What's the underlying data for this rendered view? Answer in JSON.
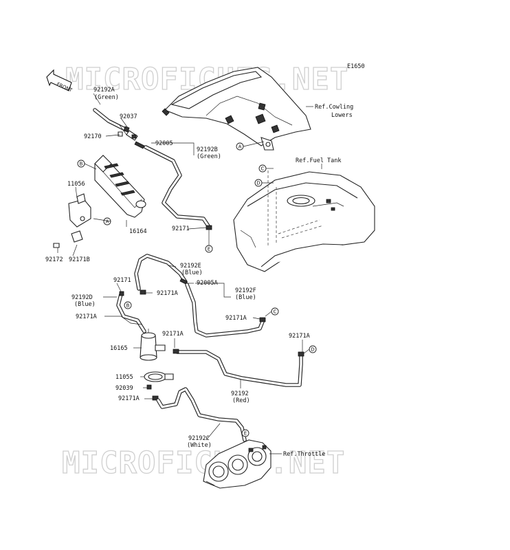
{
  "diagram_code": "E1650",
  "watermark": "MICROFICHES.NET",
  "front_label": "FRONT",
  "reference_letters": [
    "A",
    "B",
    "C",
    "D",
    "E"
  ],
  "labels": {
    "l_92192A": "92192A",
    "l_92192A_color": "(Green)",
    "l_92037": "92037",
    "l_92170": "92170",
    "l_92005": "92005",
    "l_92192B": "92192B",
    "l_92192B_color": "(Green)",
    "l_11056": "11056",
    "l_16164": "16164",
    "l_92171_a": "92171",
    "l_92172": "92172",
    "l_92171B": "92171B",
    "l_92192E": "92192E",
    "l_92192E_color": "(Blue)",
    "l_92005A": "92005A",
    "l_92192F": "92192F",
    "l_92192F_color": "(Blue)",
    "l_92171_b": "92171",
    "l_92171A_1": "92171A",
    "l_92192D": "92192D",
    "l_92192D_color": "(Blue)",
    "l_92171A_2": "92171A",
    "l_92171A_3": "92171A",
    "l_92171A_4": "92171A",
    "l_92171A_5": "92171A",
    "l_16165": "16165",
    "l_11055": "11055",
    "l_92039": "92039",
    "l_92171A_6": "92171A",
    "l_92192": "92192",
    "l_92192_color": "(Red)",
    "l_92192C": "92192C",
    "l_92192C_color": "(White)"
  },
  "references": {
    "cowling_1": "Ref.Cowling",
    "cowling_2": "Lowers",
    "fuel_tank": "Ref.Fuel Tank",
    "throttle": "Ref.Throttle"
  }
}
